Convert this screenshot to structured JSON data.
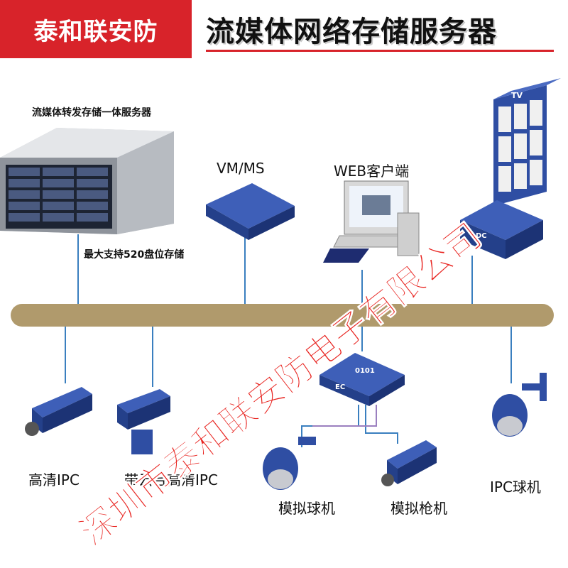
{
  "header": {
    "brand": "泰和联安防",
    "title": "流媒体网络存储服务器",
    "brand_color": "#d8232a"
  },
  "diagram": {
    "server_caption": "流媒体转发存储一体服务器",
    "server_note": "最大支持520盘位存储",
    "vmms_label": "VM/MS",
    "web_label": "WEB客户端",
    "tv_label": "TV",
    "dc_label": "DC",
    "ec_label": "EC",
    "code_label": "0101",
    "hd_ipc_label": "高清IPC",
    "ptz_ipc_label": "带云台高清IPC",
    "analog_dome_label": "模拟球机",
    "analog_gun_label": "模拟枪机",
    "ipc_dome_label": "IPC球机",
    "bus_color": "#b09a6c",
    "device_color": "#2f4ea3",
    "link_color": "#3a7fbf"
  },
  "watermark": {
    "text": "深圳市泰和联安防电子有限公司",
    "color": "#e8231f"
  }
}
